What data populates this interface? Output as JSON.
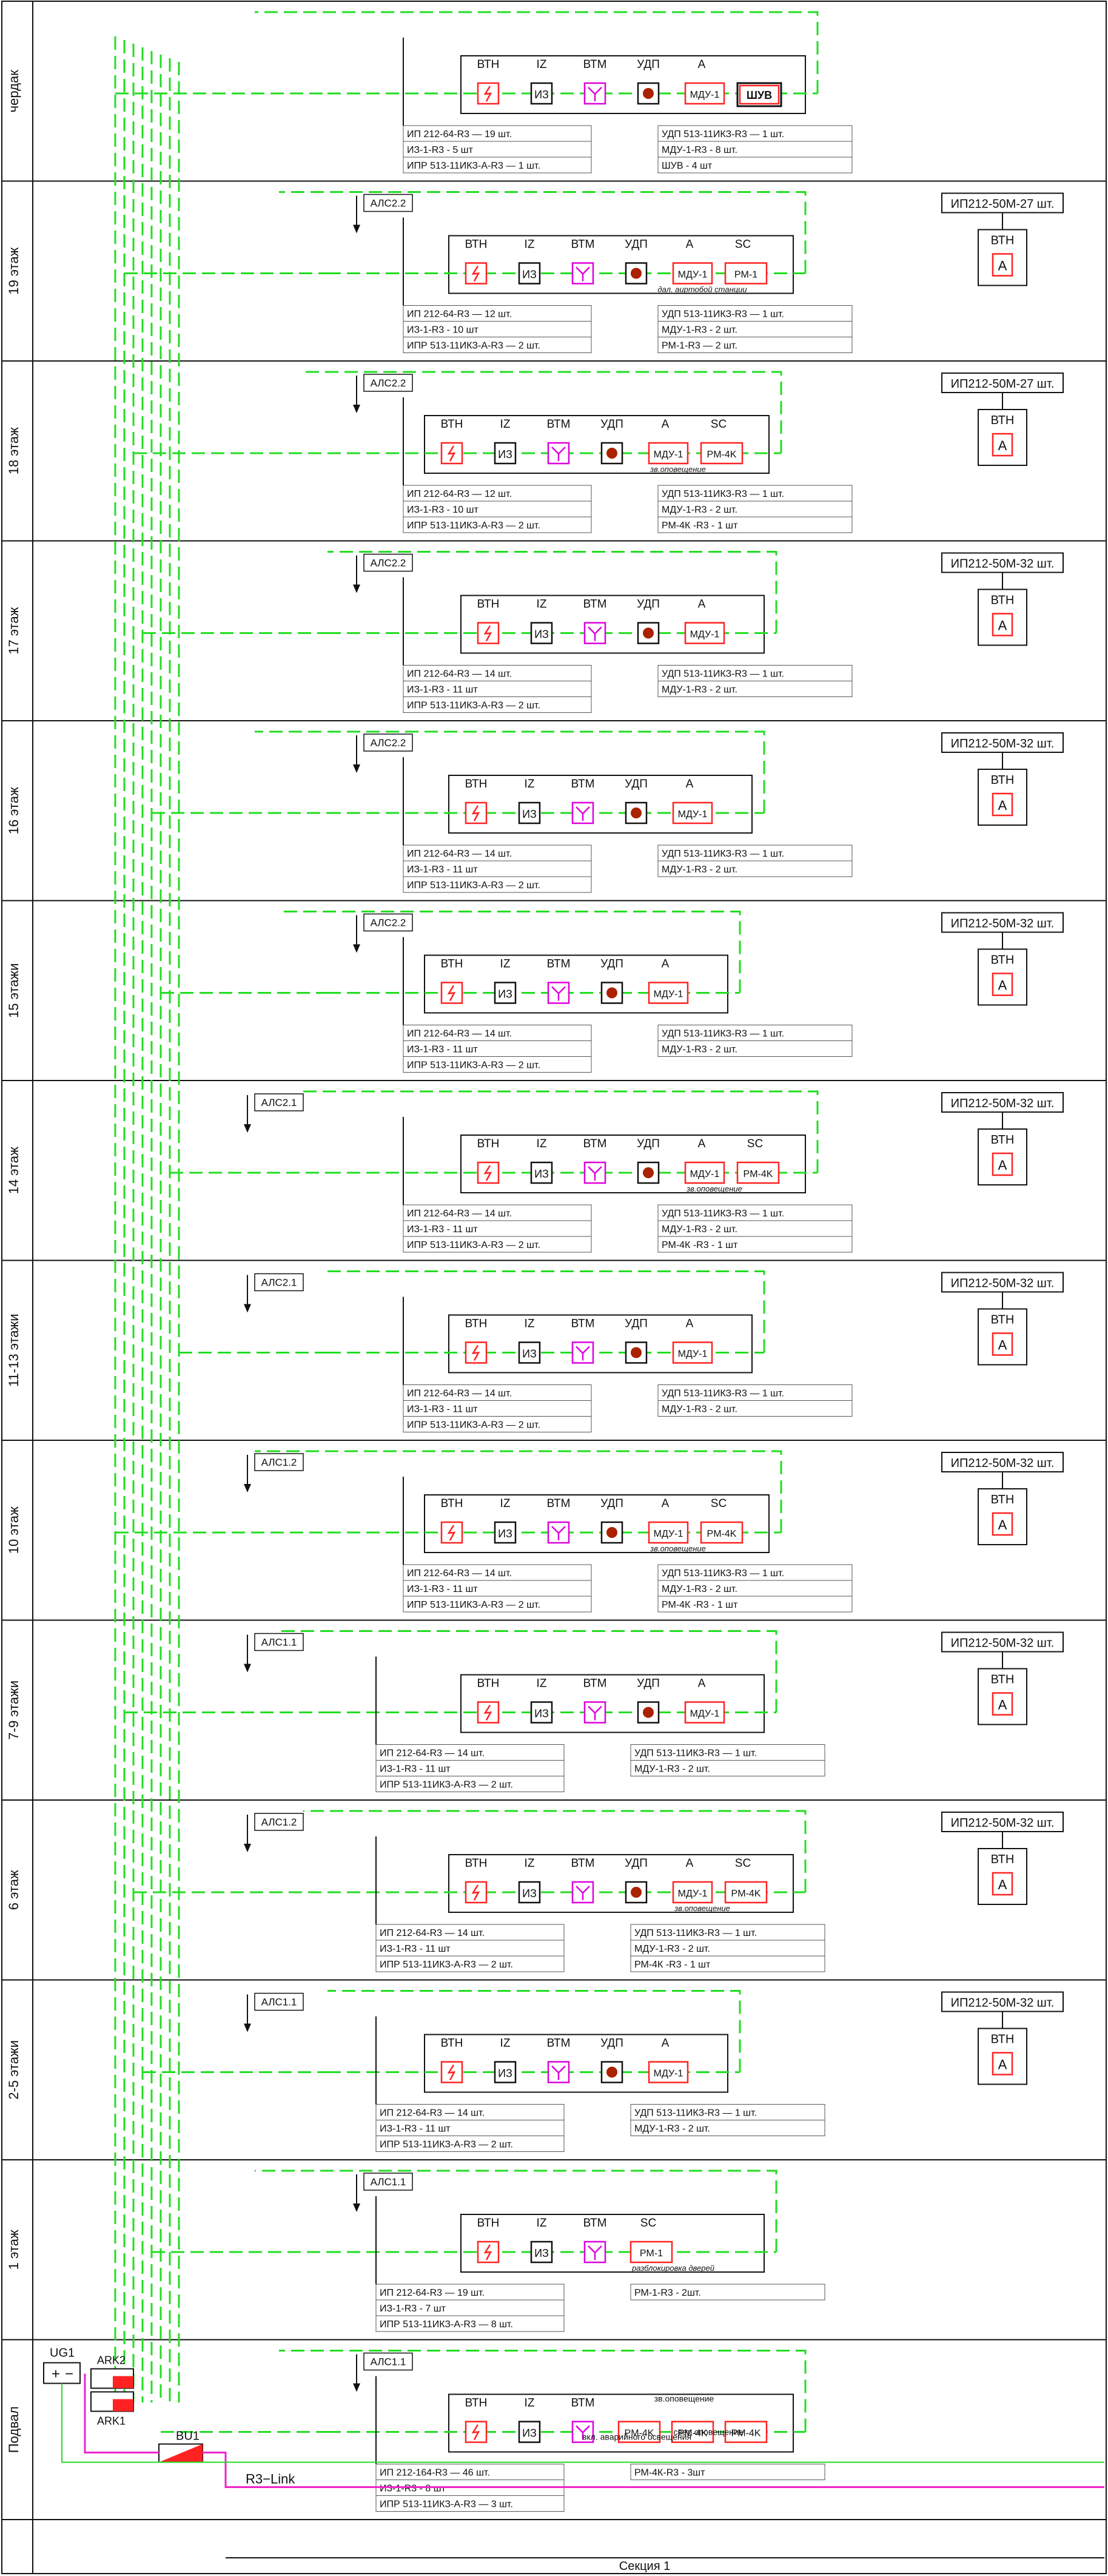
{
  "section_label": "Секция 1",
  "colors": {
    "loop": "#22dd22",
    "trunk": "#22dd22",
    "r3link": "#ee22cc",
    "heat": "#ff2222",
    "smoke": "#111111",
    "gas": "#dd00dd",
    "manual": "#aa2200",
    "red_device": "#ff2222"
  },
  "col_headers": [
    "ВТН",
    "IZ",
    "ВТМ",
    "УДП",
    "А",
    "SC"
  ],
  "floors": [
    {
      "name": "чердак",
      "alc": "",
      "headers": [
        "ВТН",
        "IZ",
        "ВТМ",
        "УДП",
        "А"
      ],
      "devices": [
        "heat",
        "iz",
        "gas",
        "manual",
        "mdu",
        "shuv"
      ],
      "dev_labels": {
        "mdu": "МДУ-1",
        "shuv": "ШУВ"
      },
      "sc_label": "",
      "sc_note": "",
      "left": [
        "ИП 212-64-R3  — 19 шт.",
        "ИЗ-1-R3 - 5 шт",
        "ИПР 513-11ИКЗ-А-R3 — 1 шт."
      ],
      "right": [
        "УДП 513-11ИКЗ-R3 — 1 шт.",
        "МДУ-1-R3 - 8 шт.",
        "ШУВ - 4 шт"
      ],
      "box": null
    },
    {
      "name": "19 этаж",
      "alc": "АЛС2.2",
      "headers": [
        "ВТН",
        "IZ",
        "ВТМ",
        "УДП",
        "А",
        "SC"
      ],
      "devices": [
        "heat",
        "iz",
        "gas",
        "manual",
        "mdu",
        "pm"
      ],
      "dev_labels": {
        "mdu": "МДУ-1",
        "pm": "PM-1"
      },
      "sc_label": "SC",
      "sc_note": "дал. аиртобой станции",
      "left": [
        "ИП 212-64-R3  — 12 шт.",
        "ИЗ-1-R3 - 10 шт",
        "ИПР 513-11ИКЗ-А-R3 — 2 шт."
      ],
      "right": [
        "УДП 513-11ИКЗ-R3 — 1 шт.",
        "МДУ-1-R3 - 2 шт.",
        "РМ-1-R3  — 2 шт."
      ],
      "box": {
        "title": "ИП212-50М-27 шт.",
        "dev": "ВТН",
        "letter": "А"
      }
    },
    {
      "name": "18 этаж",
      "alc": "АЛС2.2",
      "headers": [
        "ВТН",
        "IZ",
        "ВТМ",
        "УДП",
        "А",
        "SC"
      ],
      "devices": [
        "heat",
        "iz",
        "gas",
        "manual",
        "mdu",
        "pm"
      ],
      "dev_labels": {
        "mdu": "МДУ-1",
        "pm": "PM-4K"
      },
      "sc_label": "SC",
      "sc_note": "зв.оповещение",
      "left": [
        "ИП 212-64-R3  — 12 шт.",
        "ИЗ-1-R3 - 10 шт",
        "ИПР 513-11ИКЗ-А-R3 — 2 шт."
      ],
      "right": [
        "УДП 513-11ИКЗ-R3 — 1 шт.",
        "МДУ-1-R3 - 2 шт.",
        "РМ-4К -R3 - 1 шт"
      ],
      "box": {
        "title": "ИП212-50М-27 шт.",
        "dev": "ВТН",
        "letter": "А"
      }
    },
    {
      "name": "17 этаж",
      "alc": "АЛС2.2",
      "headers": [
        "ВТН",
        "IZ",
        "ВТМ",
        "УДП",
        "А"
      ],
      "devices": [
        "heat",
        "iz",
        "gas",
        "manual",
        "mdu"
      ],
      "dev_labels": {
        "mdu": "МДУ-1"
      },
      "sc_label": "",
      "sc_note": "",
      "left": [
        "ИП 212-64-R3  — 14 шт.",
        "ИЗ-1-R3 - 11 шт",
        "ИПР 513-11ИКЗ-А-R3 — 2 шт."
      ],
      "right": [
        "УДП 513-11ИКЗ-R3 — 1 шт.",
        "МДУ-1-R3 - 2 шт."
      ],
      "box": {
        "title": "ИП212-50М-32 шт.",
        "dev": "ВТН",
        "letter": "А"
      }
    },
    {
      "name": "16 этаж",
      "alc": "АЛС2.2",
      "headers": [
        "ВТН",
        "IZ",
        "ВТМ",
        "УДП",
        "А"
      ],
      "devices": [
        "heat",
        "iz",
        "gas",
        "manual",
        "mdu"
      ],
      "dev_labels": {
        "mdu": "МДУ-1"
      },
      "sc_label": "",
      "sc_note": "",
      "left": [
        "ИП 212-64-R3  — 14 шт.",
        "ИЗ-1-R3 - 11 шт",
        "ИПР 513-11ИКЗ-А-R3 — 2 шт."
      ],
      "right": [
        "УДП 513-11ИКЗ-R3 — 1 шт.",
        "МДУ-1-R3 - 2 шт."
      ],
      "box": {
        "title": "ИП212-50М-32 шт.",
        "dev": "ВТН",
        "letter": "А"
      }
    },
    {
      "name": "15 этажи",
      "alc": "АЛС2.2",
      "headers": [
        "ВТН",
        "IZ",
        "ВТМ",
        "УДП",
        "А"
      ],
      "devices": [
        "heat",
        "iz",
        "gas",
        "manual",
        "mdu"
      ],
      "dev_labels": {
        "mdu": "МДУ-1"
      },
      "sc_label": "",
      "sc_note": "",
      "left": [
        "ИП 212-64-R3  — 14 шт.",
        "ИЗ-1-R3 - 11 шт",
        "ИПР 513-11ИКЗ-А-R3 — 2 шт."
      ],
      "right": [
        "УДП 513-11ИКЗ-R3 — 1 шт.",
        "МДУ-1-R3 - 2 шт."
      ],
      "box": {
        "title": "ИП212-50М-32 шт.",
        "dev": "ВТН",
        "letter": "А"
      }
    },
    {
      "name": "14 этаж",
      "alc": "АЛС2.1",
      "headers": [
        "ВТН",
        "IZ",
        "ВТМ",
        "УДП",
        "А",
        "SC"
      ],
      "devices": [
        "heat",
        "iz",
        "gas",
        "manual",
        "mdu",
        "pm"
      ],
      "dev_labels": {
        "mdu": "МДУ-1",
        "pm": "PM-4K"
      },
      "sc_label": "SC",
      "sc_note": "зв.оповещение",
      "left": [
        "ИП 212-64-R3  — 14 шт.",
        "ИЗ-1-R3 - 11 шт",
        "ИПР 513-11ИКЗ-А-R3 — 2 шт."
      ],
      "right": [
        "УДП 513-11ИКЗ-R3 — 1 шт.",
        "МДУ-1-R3 - 2 шт.",
        "РМ-4К -R3 - 1 шт"
      ],
      "box": {
        "title": "ИП212-50М-32 шт.",
        "dev": "ВТН",
        "letter": "А"
      }
    },
    {
      "name": "11-13 этажи",
      "alc": "АЛС2.1",
      "headers": [
        "ВТН",
        "IZ",
        "ВТМ",
        "УДП",
        "А"
      ],
      "devices": [
        "heat",
        "iz",
        "gas",
        "manual",
        "mdu"
      ],
      "dev_labels": {
        "mdu": "МДУ-1"
      },
      "sc_label": "",
      "sc_note": "",
      "left": [
        "ИП 212-64-R3  — 14 шт.",
        "ИЗ-1-R3 - 11 шт",
        "ИПР 513-11ИКЗ-А-R3 — 2 шт."
      ],
      "right": [
        "УДП 513-11ИКЗ-R3 — 1 шт.",
        "МДУ-1-R3 - 2 шт."
      ],
      "box": {
        "title": "ИП212-50М-32 шт.",
        "dev": "ВТН",
        "letter": "А"
      }
    },
    {
      "name": "10 этаж",
      "alc": "АЛС1.2",
      "headers": [
        "ВТН",
        "IZ",
        "ВТМ",
        "УДП",
        "А",
        "SC"
      ],
      "devices": [
        "heat",
        "iz",
        "gas",
        "manual",
        "mdu",
        "pm"
      ],
      "dev_labels": {
        "mdu": "МДУ-1",
        "pm": "PM-4K"
      },
      "sc_label": "SC",
      "sc_note": "зв.оповещение",
      "left": [
        "ИП 212-64-R3  — 14 шт.",
        "ИЗ-1-R3 - 11 шт",
        "ИПР 513-11ИКЗ-А-R3 — 2 шт."
      ],
      "right": [
        "УДП 513-11ИКЗ-R3 — 1 шт.",
        "МДУ-1-R3 - 2 шт.",
        "РМ-4К -R3 - 1 шт"
      ],
      "box": {
        "title": "ИП212-50М-32 шт.",
        "dev": "ВТН",
        "letter": "А"
      }
    },
    {
      "name": "7-9 этажи",
      "alc": "АЛС1.1",
      "headers": [
        "ВТН",
        "IZ",
        "ВТМ",
        "УДП",
        "А"
      ],
      "devices": [
        "heat",
        "iz",
        "gas",
        "manual",
        "mdu"
      ],
      "dev_labels": {
        "mdu": "МДУ-1"
      },
      "sc_label": "",
      "sc_note": "",
      "left": [
        "ИП 212-64-R3  — 14 шт.",
        "ИЗ-1-R3 - 11 шт",
        "ИПР 513-11ИКЗ-А-R3 — 2 шт."
      ],
      "right": [
        "УДП 513-11ИКЗ-R3 — 1 шт.",
        "МДУ-1-R3 - 2 шт."
      ],
      "box": {
        "title": "ИП212-50М-32 шт.",
        "dev": "ВТН",
        "letter": "А"
      }
    },
    {
      "name": "6 этаж",
      "alc": "АЛС1.2",
      "headers": [
        "ВТН",
        "IZ",
        "ВТМ",
        "УДП",
        "А",
        "SC"
      ],
      "devices": [
        "heat",
        "iz",
        "gas",
        "manual",
        "mdu",
        "pm"
      ],
      "dev_labels": {
        "mdu": "МДУ-1",
        "pm": "PM-4K"
      },
      "sc_label": "SC",
      "sc_note": "зв.оповещение",
      "left": [
        "ИП 212-64-R3  — 14 шт.",
        "ИЗ-1-R3 - 11 шт",
        "ИПР 513-11ИКЗ-А-R3 — 2 шт."
      ],
      "right": [
        "УДП 513-11ИКЗ-R3 — 1 шт.",
        "МДУ-1-R3 - 2 шт.",
        "РМ-4К -R3 - 1 шт"
      ],
      "box": {
        "title": "ИП212-50М-32 шт.",
        "dev": "ВТН",
        "letter": "А"
      }
    },
    {
      "name": "2-5 этажи",
      "alc": "АЛС1.1",
      "headers": [
        "ВТН",
        "IZ",
        "ВТМ",
        "УДП",
        "А"
      ],
      "devices": [
        "heat",
        "iz",
        "gas",
        "manual",
        "mdu"
      ],
      "dev_labels": {
        "mdu": "МДУ-1"
      },
      "sc_label": "",
      "sc_note": "",
      "left": [
        "ИП 212-64-R3  — 14 шт.",
        "ИЗ-1-R3 - 11 шт",
        "ИПР 513-11ИКЗ-А-R3 — 2 шт."
      ],
      "right": [
        "УДП 513-11ИКЗ-R3 — 1 шт.",
        "МДУ-1-R3 - 2 шт."
      ],
      "box": {
        "title": "ИП212-50М-32 шт.",
        "dev": "ВТН",
        "letter": "А"
      }
    },
    {
      "name": "1 этаж",
      "alc": "АЛС1.1",
      "headers": [
        "ВТН",
        "IZ",
        "ВТМ",
        "SC"
      ],
      "devices": [
        "heat",
        "iz",
        "gas",
        "pm"
      ],
      "dev_labels": {
        "pm": "PM-1"
      },
      "sc_label": "SC",
      "sc_note": "разблокировка дверей",
      "left": [
        "ИП 212-64-R3  — 19 шт.",
        "ИЗ-1-R3 - 7 шт",
        "ИПР 513-11ИКЗ-А-R3 — 8 шт."
      ],
      "right": [
        "РМ-1-R3 - 2шт."
      ],
      "box": null
    },
    {
      "name": "Подвал",
      "alc": "АЛС1.1",
      "headers": [
        "ВТН",
        "IZ",
        "ВТМ"
      ],
      "devices": [
        "heat",
        "iz",
        "gas",
        "pm",
        "pm",
        "pm"
      ],
      "dev_labels": {
        "pm": "PM-4K"
      },
      "sc_label": "",
      "sc_note": "",
      "basement_notes": [
        "зв.оповещение",
        "вкл. аварийного освещения",
        "свет. оповещение"
      ],
      "left": [
        "ИП 212-164-R3 — 46 шт.",
        "ИЗ-1-R3 - 8 шт",
        "ИПР 513-11ИКЗ-А-R3 — 3 шт."
      ],
      "right": [
        "РМ-4К-R3 - 3шт"
      ],
      "box": null
    }
  ],
  "basement": {
    "ug": "UG1",
    "ark2": "ARK2",
    "ark1": "ARK1",
    "bu": "BU1",
    "link": "R3−Link"
  }
}
